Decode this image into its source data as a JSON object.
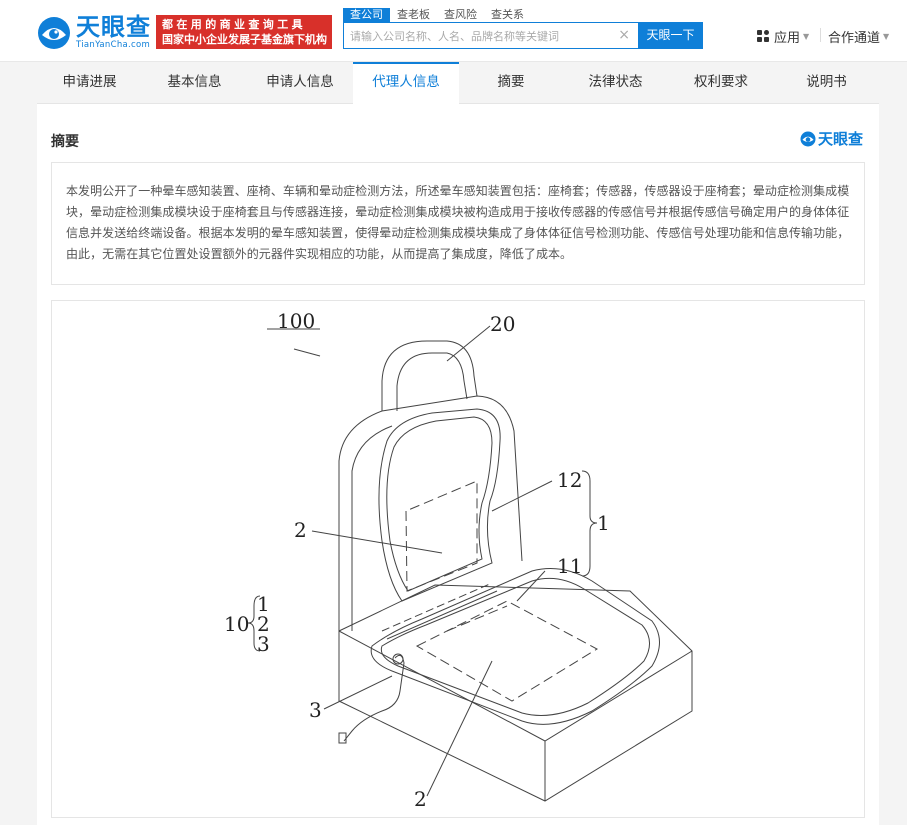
{
  "brand": {
    "name": "天眼查",
    "domain": "TianYanCha.com",
    "slogan_line1": "都在用的商业查询工具",
    "slogan_line2": "国家中小企业发展子基金旗下机构"
  },
  "search": {
    "tabs": [
      {
        "label": "查公司",
        "active": true
      },
      {
        "label": "查老板",
        "active": false
      },
      {
        "label": "查风险",
        "active": false
      },
      {
        "label": "查关系",
        "active": false
      }
    ],
    "placeholder": "请输入公司名称、人名、品牌名称等关键词",
    "value": "",
    "clear_icon": "×",
    "button_label": "天眼一下"
  },
  "header_menu": {
    "apps_label": "应用",
    "partner_label": "合作通道"
  },
  "tabs": [
    {
      "label": "申请进展",
      "active": false
    },
    {
      "label": "基本信息",
      "active": false
    },
    {
      "label": "申请人信息",
      "active": false
    },
    {
      "label": "代理人信息",
      "active": true
    },
    {
      "label": "摘要",
      "active": false
    },
    {
      "label": "法律状态",
      "active": false
    },
    {
      "label": "权利要求",
      "active": false
    },
    {
      "label": "说明书",
      "active": false
    }
  ],
  "section": {
    "title": "摘要",
    "brand_label": "天眼查"
  },
  "abstract": "本发明公开了一种晕车感知装置、座椅、车辆和晕动症检测方法，所述晕车感知装置包括：座椅套；传感器，传感器设于座椅套；晕动症检测集成模块，晕动症检测集成模块设于座椅套且与传感器连接，晕动症检测集成模块被构造成用于接收传感器的传感信号并根据传感信号确定用户的身体体征信息并发送给终端设备。根据本发明的晕车感知装置，使得晕动症检测集成模块集成了身体体征信号检测功能、传感信号处理功能和信息传输功能，由此，无需在其它位置处设置额外的元器件实现相应的功能，从而提高了集成度，降低了成本。",
  "figure": {
    "labels": {
      "ref_100": "100",
      "ref_20": "20",
      "ref_12": "12",
      "ref_1": "1",
      "ref_2_top": "2",
      "ref_11": "11",
      "ref_10": "10",
      "ref_10_1": "1",
      "ref_10_2": "2",
      "ref_10_3": "3",
      "ref_3": "3",
      "ref_2_bottom": "2"
    }
  },
  "colors": {
    "accent": "#0f7fd8",
    "slogan_bg": "#d8302a"
  }
}
